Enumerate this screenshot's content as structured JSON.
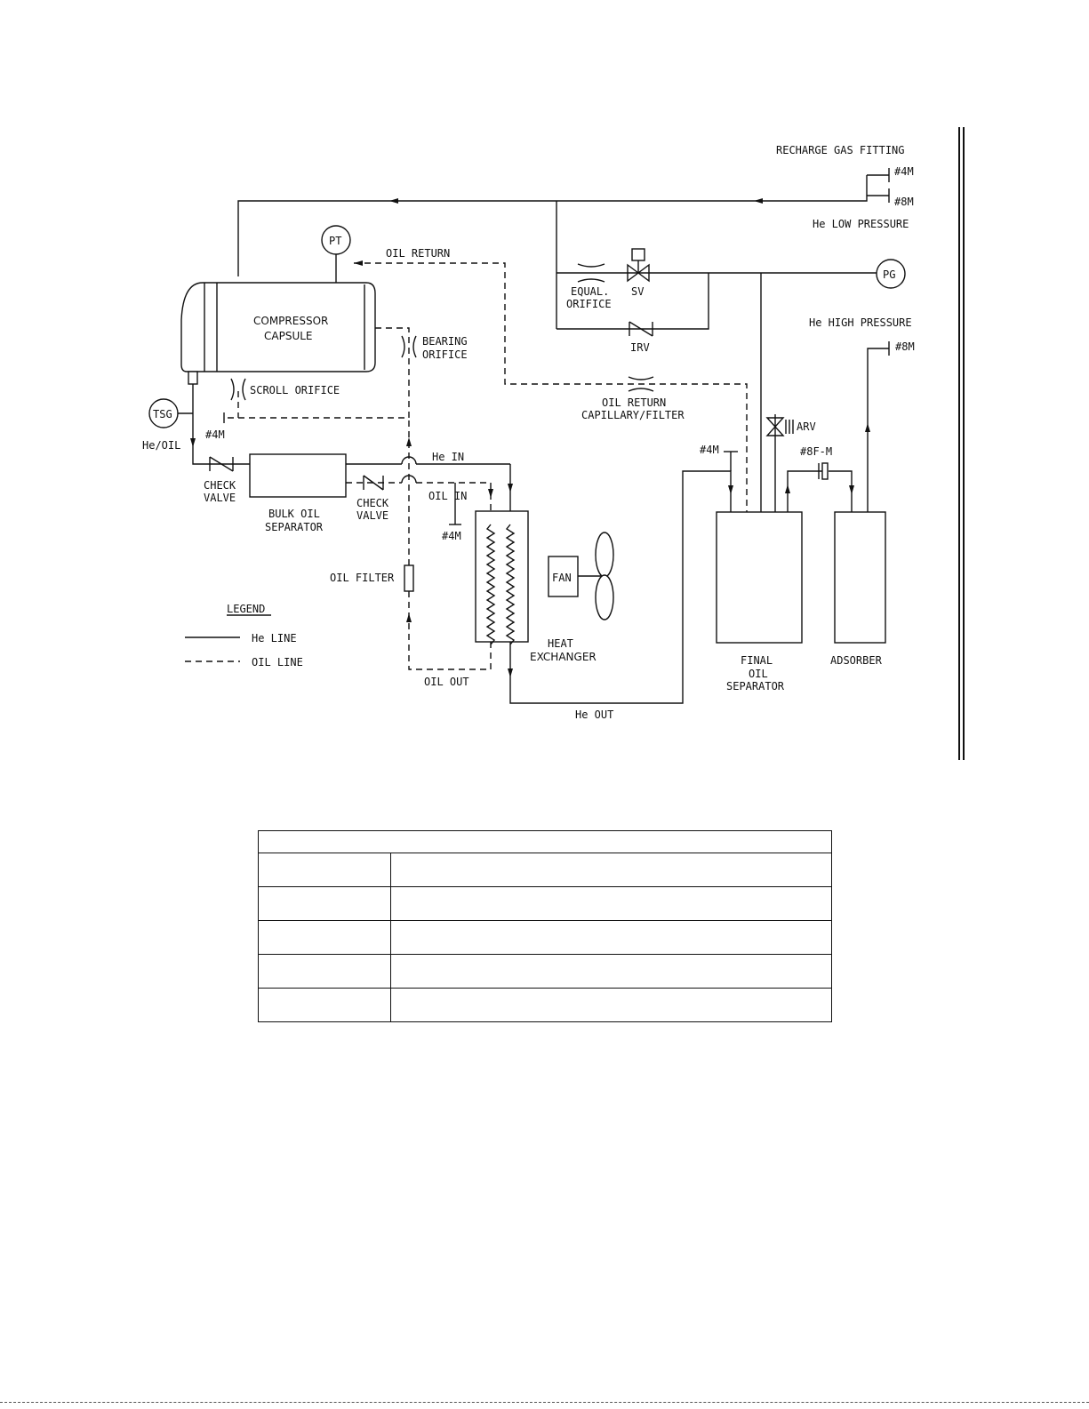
{
  "labels": {
    "recharge": "RECHARGE GAS FITTING",
    "m4_top": "#4M",
    "m8_top": "#8M",
    "he_low": "He LOW PRESSURE",
    "pt": "PT",
    "oil_return": "OIL RETURN",
    "equal": "EQUAL.",
    "orifice": "ORIFICE",
    "sv": "SV",
    "pg": "PG",
    "irv": "IRV",
    "compressor": "COMPRESSOR",
    "capsule": "CAPSULE",
    "bearing": "BEARING",
    "bearing_orifice": "ORIFICE",
    "he_high": "He HIGH PRESSURE",
    "m8_high": "#8M",
    "scroll_orifice": "SCROLL ORIFICE",
    "oil_return_cap": "OIL RETURN",
    "capillary_filter": "CAPILLARY/FILTER",
    "tsg": "TSG",
    "m4_left": "#4M",
    "arv": "ARV",
    "he_oil": "He/OIL",
    "he_in": "He IN",
    "m4_fos": "#4M",
    "m8f": "#8F-M",
    "check1": "CHECK",
    "valve1": "VALVE",
    "bulk_oil": "BULK OIL",
    "separator": "SEPARATOR",
    "check2": "CHECK",
    "valve2": "VALVE",
    "oil_in": "OIL IN",
    "m4_oil": "#4M",
    "oil_filter": "OIL FILTER",
    "fan": "FAN",
    "legend": "LEGEND",
    "he_line": "He LINE",
    "oil_line": "OIL LINE",
    "heat": "HEAT",
    "exchanger": "EXCHANGER",
    "oil_out": "OIL OUT",
    "final": "FINAL",
    "final_oil": "OIL",
    "final_sep": "SEPARATOR",
    "adsorber": "ADSORBER",
    "he_out": "He OUT"
  },
  "table": {
    "header": "",
    "rows": [
      {
        "c1": "",
        "c2": ""
      },
      {
        "c1": "",
        "c2": ""
      },
      {
        "c1": "",
        "c2": ""
      },
      {
        "c1": "",
        "c2": ""
      },
      {
        "c1": "",
        "c2": ""
      }
    ]
  }
}
